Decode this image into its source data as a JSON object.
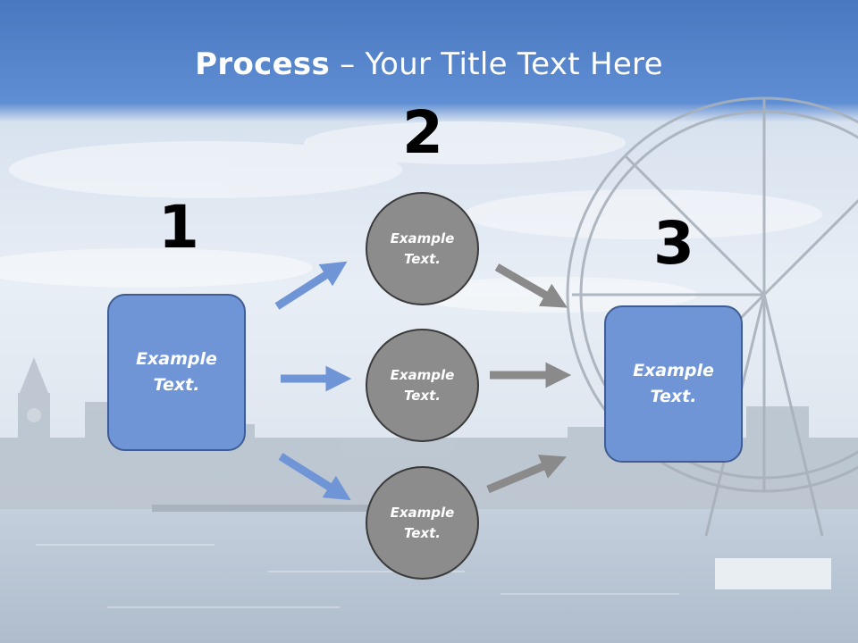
{
  "title": {
    "bold": "Process",
    "rest": " – Your Title Text Here"
  },
  "steps": [
    {
      "number": "1",
      "label": "Example Text."
    },
    {
      "number": "2",
      "label": "Example Text."
    },
    {
      "number": "3",
      "label": "Example Text."
    }
  ],
  "middle_circles": [
    {
      "label": "Example Text."
    },
    {
      "label": "Example Text."
    },
    {
      "label": "Example Text."
    }
  ],
  "colors": {
    "box_fill": "#6f95d6",
    "circle_fill": "#8c8c8c",
    "left_arrow": "#6f95d6",
    "right_arrow": "#8a8a8a"
  }
}
